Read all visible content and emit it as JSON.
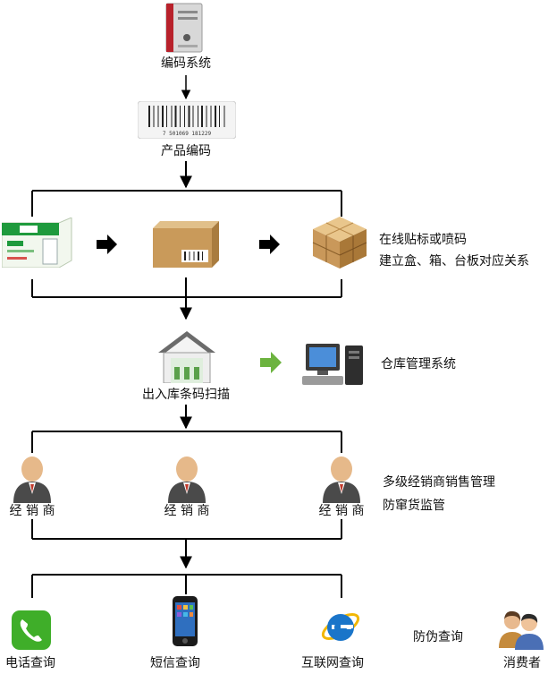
{
  "top": {
    "encoding_system": "编码系统",
    "product_coding": "产品编码",
    "barcode_digits": "7 501069 181229"
  },
  "packaging": {
    "note_line1": "在线贴标或喷码",
    "note_line2": "建立盒、箱、台板对应关系"
  },
  "warehouse": {
    "scan_label": "出入库条码扫描",
    "system_label": "仓库管理系统"
  },
  "distributors": {
    "items": [
      "经 销 商",
      "经 销 商",
      "经 销 商"
    ],
    "note_line1": "多级经销商销售管理",
    "note_line2": "防窜货监管"
  },
  "query": {
    "phone": "电话查询",
    "sms": "短信查询",
    "internet": "互联网查询",
    "anti_fake": "防伪查询",
    "consumer": "消费者"
  },
  "colors": {
    "line": "#000000",
    "green_arrow": "#6cb33f",
    "box": "#c99a5a",
    "phone_green": "#3fae29",
    "ie_blue": "#1a75c9"
  }
}
